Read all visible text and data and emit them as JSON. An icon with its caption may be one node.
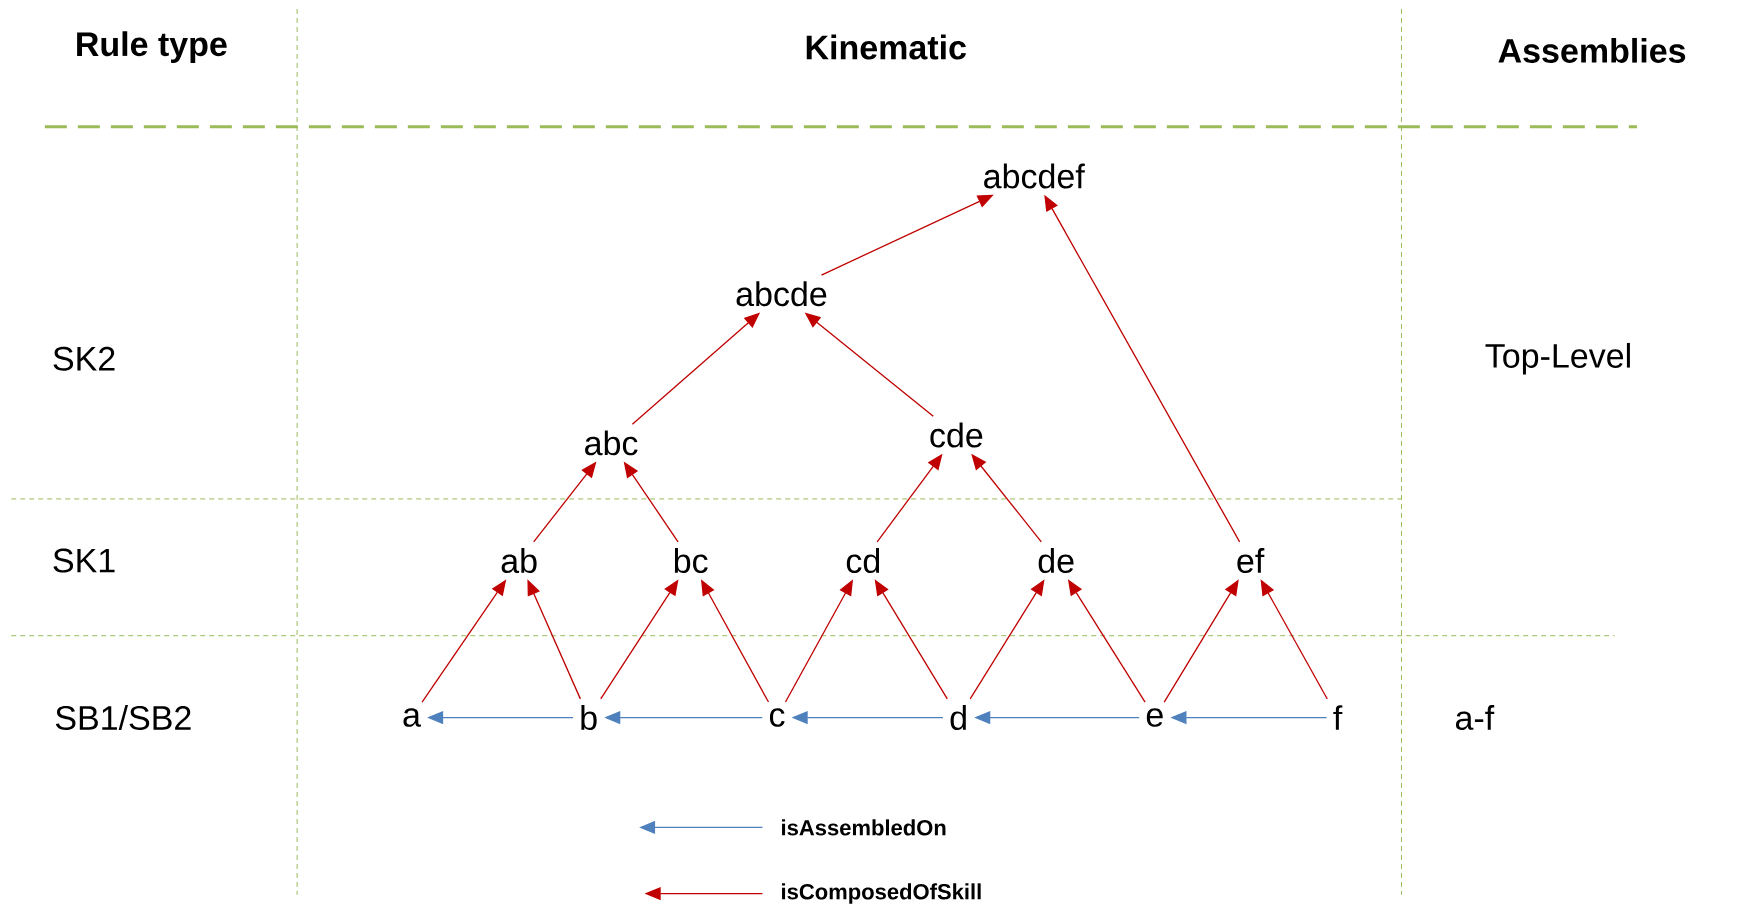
{
  "diagram": {
    "nodes": [
      {
        "text": [
          "abcdef"
        ]
      },
      {
        "text": [
          "abcde"
        ]
      },
      {
        "text": [
          "abc"
        ]
      },
      {
        "text": [
          "cde"
        ]
      },
      {
        "text": [
          "ab"
        ]
      },
      {
        "text": [
          "bc"
        ]
      },
      {
        "text": [
          "cd"
        ]
      },
      {
        "text": [
          "de"
        ]
      },
      {
        "text": [
          "ef"
        ]
      },
      {
        "text": [
          "a"
        ]
      },
      {
        "text": [
          "b"
        ]
      },
      {
        "text": [
          "c"
        ]
      },
      {
        "text": [
          "d"
        ]
      },
      {
        "text": [
          "e"
        ]
      },
      {
        "text": [
          "f"
        ]
      }
    ],
    "edges": [
      {
        "from": 1,
        "to": 0,
        "arrow": "to"
      },
      {
        "from": 8,
        "to": 0,
        "arrow": "to"
      },
      {
        "from": 2,
        "to": 1,
        "arrow": "to"
      },
      {
        "from": 3,
        "to": 1,
        "arrow": "to"
      },
      {
        "from": 4,
        "to": 2,
        "arrow": "to"
      },
      {
        "from": 5,
        "to": 2,
        "arrow": "to"
      },
      {
        "from": 6,
        "to": 3,
        "arrow": "to"
      },
      {
        "from": 7,
        "to": 3,
        "arrow": "to"
      },
      {
        "from": 9,
        "to": 4,
        "arrow": "to"
      },
      {
        "from": 10,
        "to": 4,
        "arrow": "to"
      },
      {
        "from": 10,
        "to": 5,
        "arrow": "to"
      },
      {
        "from": 11,
        "to": 5,
        "arrow": "to"
      },
      {
        "from": 11,
        "to": 6,
        "arrow": "to"
      },
      {
        "from": 12,
        "to": 6,
        "arrow": "to"
      },
      {
        "from": 12,
        "to": 7,
        "arrow": "to"
      },
      {
        "from": 13,
        "to": 7,
        "arrow": "to"
      },
      {
        "from": 13,
        "to": 8,
        "arrow": "to"
      },
      {
        "from": 14,
        "to": 8,
        "arrow": "to"
      },
      {
        "from": 10,
        "to": 9,
        "arrow": "to",
        "color": "#4f81bd"
      },
      {
        "from": 11,
        "to": 10,
        "arrow": "to",
        "color": "#4f81bd"
      },
      {
        "from": 12,
        "to": 11,
        "arrow": "to",
        "color": "#4f81bd"
      },
      {
        "from": 13,
        "to": 12,
        "arrow": "to",
        "color": "#4f81bd"
      },
      {
        "from": 14,
        "to": 13,
        "arrow": "to",
        "color": "#4f81bd"
      }
    ],
    "labels": [
      "**Rule type**",
      "**Kinematic**",
      "**Assemblies**",
      "SK2",
      "Top-Level",
      "SK1",
      "SB1/SB2",
      "a-f"
    ],
    "legend": [
      {
        "text": "isAssembledOn"
      },
      {
        "text": "isComposedOfSkill"
      }
    ]
  }
}
